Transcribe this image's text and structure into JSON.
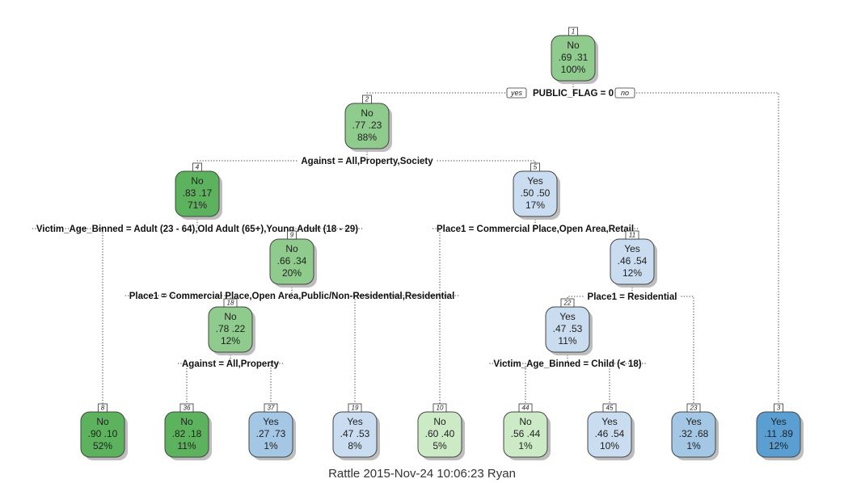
{
  "caption": "Rattle 2015-Nov-24 10:06:23 Ryan",
  "branch_labels": {
    "yes": "yes",
    "no": "no"
  },
  "colors": {
    "no_dark": "#5db35d",
    "no_mid": "#8fcb8c",
    "no_light": "#cdeac6",
    "yes_light": "#c9dcf0",
    "yes_mid": "#a3c7e4",
    "yes_dark": "#5b9fd2"
  },
  "nodes": [
    {
      "id": "1",
      "label": "No",
      "probs": ".69  .31",
      "pct": "100%",
      "color": "no_mid"
    },
    {
      "id": "2",
      "label": "No",
      "probs": ".77  .23",
      "pct": "88%",
      "color": "no_mid"
    },
    {
      "id": "4",
      "label": "No",
      "probs": ".83  .17",
      "pct": "71%",
      "color": "no_dark"
    },
    {
      "id": "5",
      "label": "Yes",
      "probs": ".50  .50",
      "pct": "17%",
      "color": "yes_light"
    },
    {
      "id": "9",
      "label": "No",
      "probs": ".66  .34",
      "pct": "20%",
      "color": "no_mid"
    },
    {
      "id": "11",
      "label": "Yes",
      "probs": ".46  .54",
      "pct": "12%",
      "color": "yes_light"
    },
    {
      "id": "18",
      "label": "No",
      "probs": ".78  .22",
      "pct": "12%",
      "color": "no_mid"
    },
    {
      "id": "22",
      "label": "Yes",
      "probs": ".47  .53",
      "pct": "11%",
      "color": "yes_light"
    },
    {
      "id": "8",
      "label": "No",
      "probs": ".90  .10",
      "pct": "52%",
      "color": "no_dark"
    },
    {
      "id": "36",
      "label": "No",
      "probs": ".82  .18",
      "pct": "11%",
      "color": "no_dark"
    },
    {
      "id": "37",
      "label": "Yes",
      "probs": ".27  .73",
      "pct": "1%",
      "color": "yes_mid"
    },
    {
      "id": "19",
      "label": "Yes",
      "probs": ".47  .53",
      "pct": "8%",
      "color": "yes_light"
    },
    {
      "id": "10",
      "label": "No",
      "probs": ".60  .40",
      "pct": "5%",
      "color": "no_light"
    },
    {
      "id": "44",
      "label": "No",
      "probs": ".56  .44",
      "pct": "1%",
      "color": "no_light"
    },
    {
      "id": "45",
      "label": "Yes",
      "probs": ".46  .54",
      "pct": "10%",
      "color": "yes_light"
    },
    {
      "id": "23",
      "label": "Yes",
      "probs": ".32  .68",
      "pct": "1%",
      "color": "yes_mid"
    },
    {
      "id": "3",
      "label": "Yes",
      "probs": ".11  .89",
      "pct": "12%",
      "color": "yes_dark"
    }
  ],
  "splits": [
    {
      "node": "1",
      "text": "PUBLIC_FLAG = 0"
    },
    {
      "node": "2",
      "text": "Against = All,Property,Society"
    },
    {
      "node": "4",
      "text": "Victim_Age_Binned = Adult (23 - 64),Old Adult (65+),Young Adult (18 - 29)"
    },
    {
      "node": "5",
      "text": "Place1 = Commercial Place,Open Area,Retail"
    },
    {
      "node": "9",
      "text": "Place1 = Commercial Place,Open Area,Public/Non-Residential,Residential"
    },
    {
      "node": "11",
      "text": "Place1 = Residential"
    },
    {
      "node": "18",
      "text": "Against = All,Property"
    },
    {
      "node": "22",
      "text": "Victim_Age_Binned = Child (< 18)"
    }
  ],
  "edges": [
    {
      "parent": "1",
      "left": "2",
      "right": "3"
    },
    {
      "parent": "2",
      "left": "4",
      "right": "5"
    },
    {
      "parent": "4",
      "left": "8",
      "right": "9"
    },
    {
      "parent": "5",
      "left": "10",
      "right": "11"
    },
    {
      "parent": "9",
      "left": "18",
      "right": "19"
    },
    {
      "parent": "11",
      "left": "22",
      "right": "23"
    },
    {
      "parent": "18",
      "left": "36",
      "right": "37"
    },
    {
      "parent": "22",
      "left": "44",
      "right": "45"
    }
  ]
}
